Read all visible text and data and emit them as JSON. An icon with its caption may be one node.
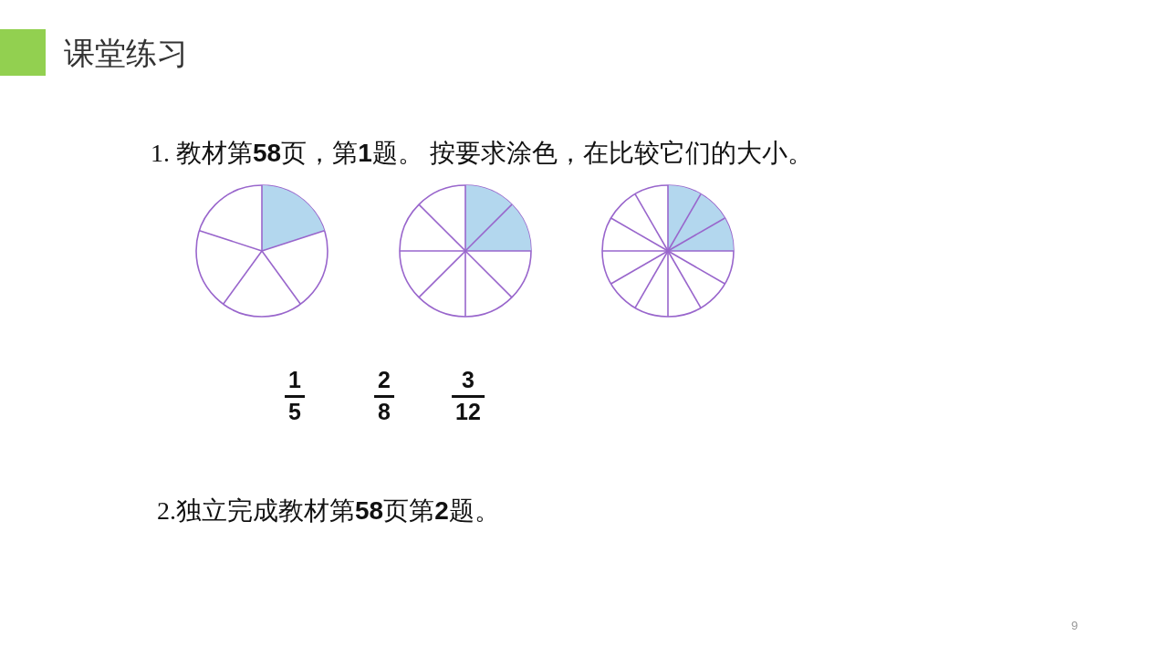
{
  "diagram": {
    "title": "课堂练习",
    "labels": [
      "1. 教材第**58**页，第**1**题。 按要求涂色，在比较它们的大小。",
      "1",
      "5",
      "2",
      "8",
      "3",
      "12",
      "2.独立完成教材第**58**页第**2**题。",
      "9"
    ]
  }
}
